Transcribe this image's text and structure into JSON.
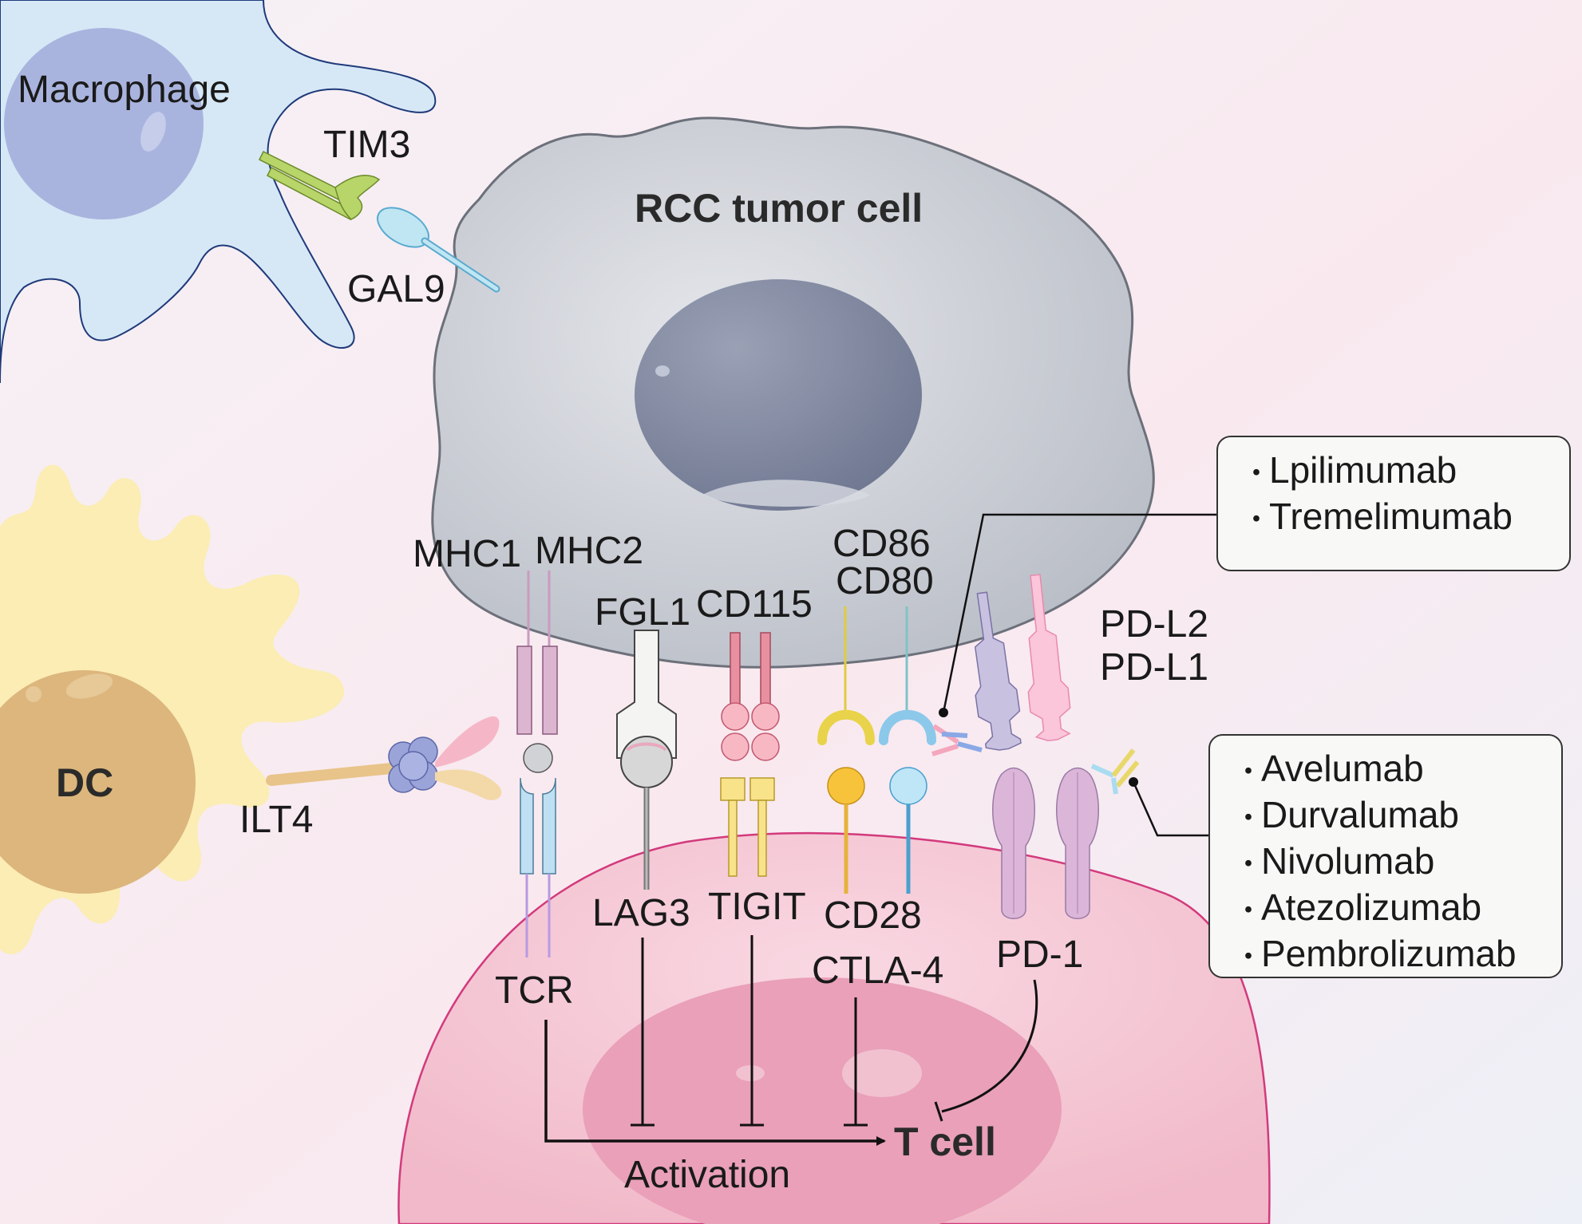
{
  "cells": {
    "macrophage": "Macrophage",
    "tumor": "RCC tumor cell",
    "dc": "DC",
    "tcell": "T cell"
  },
  "molecules": {
    "tim3": "TIM3",
    "gal9": "GAL9",
    "ilt4": "ILT4",
    "mhc1": "MHC1",
    "mhc2": "MHC2",
    "fgl1": "FGL1",
    "cd115": "CD115",
    "cd86": "CD86",
    "cd80": "CD80",
    "pdl2": "PD-L2",
    "pdl1": "PD-L1",
    "tcr": "TCR",
    "lag3": "LAG3",
    "tigit": "TIGIT",
    "cd28": "CD28",
    "ctla4": "CTLA-4",
    "pd1": "PD-1"
  },
  "pathway": {
    "activation": "Activation"
  },
  "drugs": {
    "ctla4_inhibitors": [
      {
        "bullet": "・",
        "name": "Lpilimumab"
      },
      {
        "bullet": "・",
        "name": "Tremelimumab"
      }
    ],
    "pd_inhibitors": [
      {
        "bullet": "・",
        "name": "Avelumab"
      },
      {
        "bullet": "・",
        "name": "Durvalumab"
      },
      {
        "bullet": "・",
        "name": "Nivolumab"
      },
      {
        "bullet": "・",
        "name": "Atezolizumab"
      },
      {
        "bullet": "・",
        "name": "Pembrolizumab"
      }
    ]
  },
  "colors": {
    "macrophage": "#d6e8f6",
    "tumor": "#c9ccd3",
    "nucleus": "#7e86a0",
    "dc": "#fbedb4",
    "dc_nucleus": "#dcb67c",
    "tcell": "#f4c6d3",
    "tcell_nucleus": "#e89ab4"
  }
}
